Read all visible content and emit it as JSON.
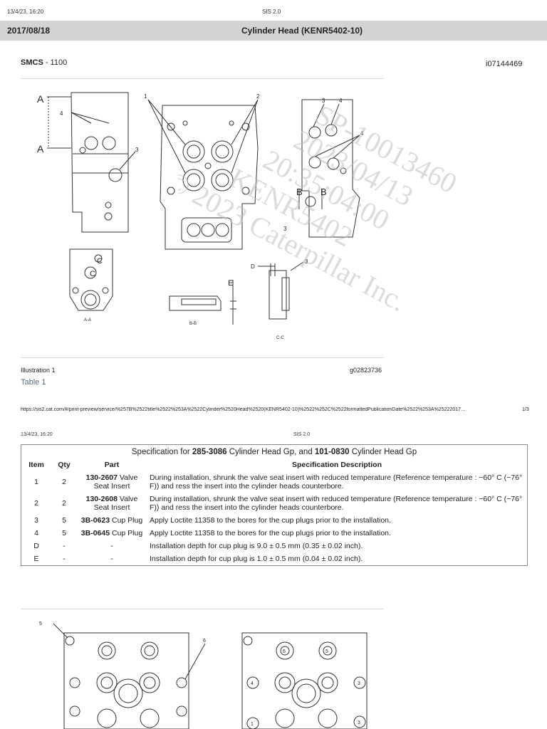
{
  "page1": {
    "header_left": "13/4/23, 16:20",
    "header_center": "SIS 2.0",
    "banner_date": "2017/08/18",
    "banner_title": "Cylinder Head (KENR5402-10)",
    "smcs_label": "SMCS",
    "smcs_value": " - 1100",
    "doc_id": "i07144469",
    "illustration_caption": "Illustration 1",
    "graphic_ref": "g02823736",
    "table_link": "Table 1",
    "footer_url": "https://sis2.cat.com/#/print-preview/service/%257B%2522title%2522%253A%2522Cylinder%2520Head%2520(KENR5402-10)%2522%252C%2522formattedPublicationDate%2522%253A%25222017…",
    "footer_page": "1/3"
  },
  "figure_labels": {
    "a": "A",
    "b": "B",
    "c": "C",
    "d": "D",
    "e": "E",
    "n1": "1",
    "n2": "2",
    "n3": "3",
    "n4": "4",
    "n5": "5",
    "n6": "6",
    "view_aa": "A-A",
    "view_bb": "B-B",
    "view_cc": "C-C"
  },
  "watermark": {
    "line1": "SP-10013460",
    "line2": "2023/04/13",
    "line3": "20:35:04:00",
    "line4": "KENR5402",
    "line5": "© 2023 Caterpillar Inc."
  },
  "page2": {
    "header_left": "13/4/23, 16:20",
    "header_center": "SIS 2.0"
  },
  "spec_table": {
    "title_prefix": "Specification for ",
    "title_part1": "285-3086",
    "title_mid": " Cylinder Head Gp, and ",
    "title_part2": "101-0830",
    "title_suffix": " Cylinder Head Gp",
    "headers": [
      "Item",
      "Qty",
      "Part",
      "Specification Description"
    ],
    "rows": [
      {
        "item": "1",
        "qty": "2",
        "part_no": "130-2607",
        "part_name": " Valve Seat Insert",
        "desc": "During installation, shrunk the valve seat insert with reduced temperature (Reference temperature : −60° C (−76° F)) and ress the insert into the cylinder heads counterbore."
      },
      {
        "item": "2",
        "qty": "2",
        "part_no": "130-2608",
        "part_name": " Valve Seat Insert",
        "desc": "During installation, shrunk the valve seat insert with reduced temperature (Reference temperature : −60° C (−76° F)) and ress the insert into the cylinder heads counterbore."
      },
      {
        "item": "3",
        "qty": "5",
        "part_no": "3B-0623",
        "part_name": " Cup Plug",
        "desc": "Apply Loctite 11358 to the bores for the cup plugs prior to the installation."
      },
      {
        "item": "4",
        "qty": "5",
        "part_no": "3B-0645",
        "part_name": " Cup Plug",
        "desc": "Apply Loctite 11358 to the bores for the cup plugs prior to the installation."
      },
      {
        "item": "D",
        "qty": "-",
        "part_no": "",
        "part_name": "-",
        "desc": "Installation depth for cup plug is 9.0 ± 0.5 mm (0.35 ± 0.02 inch)."
      },
      {
        "item": "E",
        "qty": "-",
        "part_no": "",
        "part_name": "-",
        "desc": "Installation depth for cup plug is 1.0 ± 0.5 mm (0.04 ± 0.02 inch)."
      }
    ]
  }
}
